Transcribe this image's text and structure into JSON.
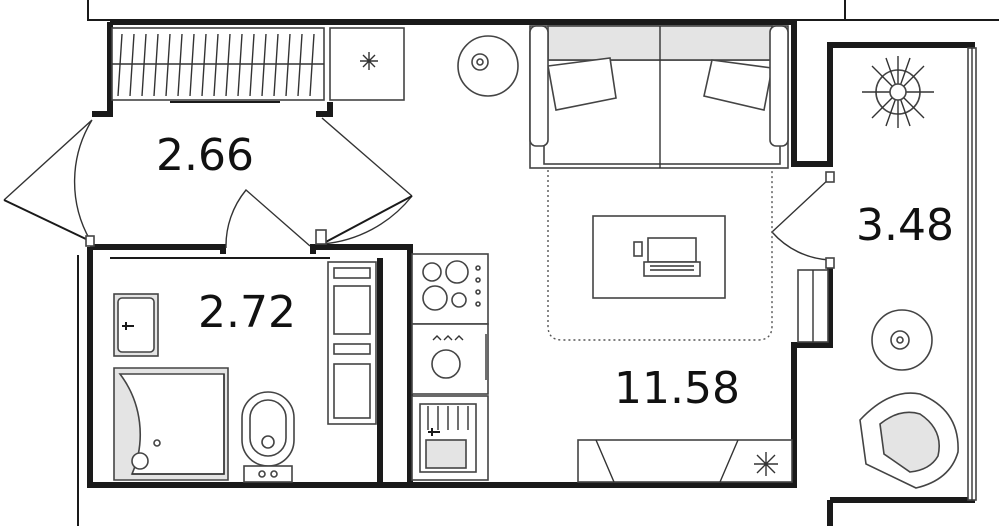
{
  "rooms": {
    "hall": {
      "area": "2.66"
    },
    "bathroom": {
      "area": "2.72"
    },
    "living": {
      "area": "11.58"
    },
    "balcony": {
      "area": "3.48"
    }
  },
  "colors": {
    "wall": "#1a1a1a",
    "furniture_fill": "#e4e4e4",
    "background": "#ffffff"
  }
}
